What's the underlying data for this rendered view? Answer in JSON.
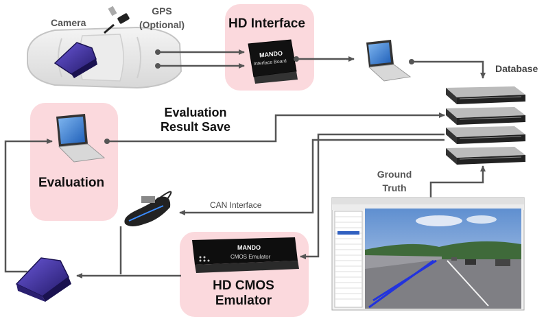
{
  "labels": {
    "camera": "Camera",
    "gps_line1": "GPS",
    "gps_line2": "(Optional)",
    "hd_interface": "HD Interface",
    "database": "Database",
    "evaluation_result_line1": "Evaluation",
    "evaluation_result_line2": "Result Save",
    "evaluation": "Evaluation",
    "ground_truth_line1": "Ground",
    "ground_truth_line2": "Truth",
    "can_interface": "CAN Interface",
    "hd_cmos_line1": "HD CMOS",
    "hd_cmos_line2": "Emulator"
  },
  "devices": {
    "interface_board_brand": "MANDO",
    "interface_board_name": "Interface Board",
    "emulator_brand": "MANDO",
    "emulator_name": "CMOS Emulator"
  },
  "colors": {
    "highlight_box": "#fbd9dd",
    "arrow": "#555555",
    "camera_body": "#3a2d8a",
    "lane_marking": "#2233dd"
  }
}
